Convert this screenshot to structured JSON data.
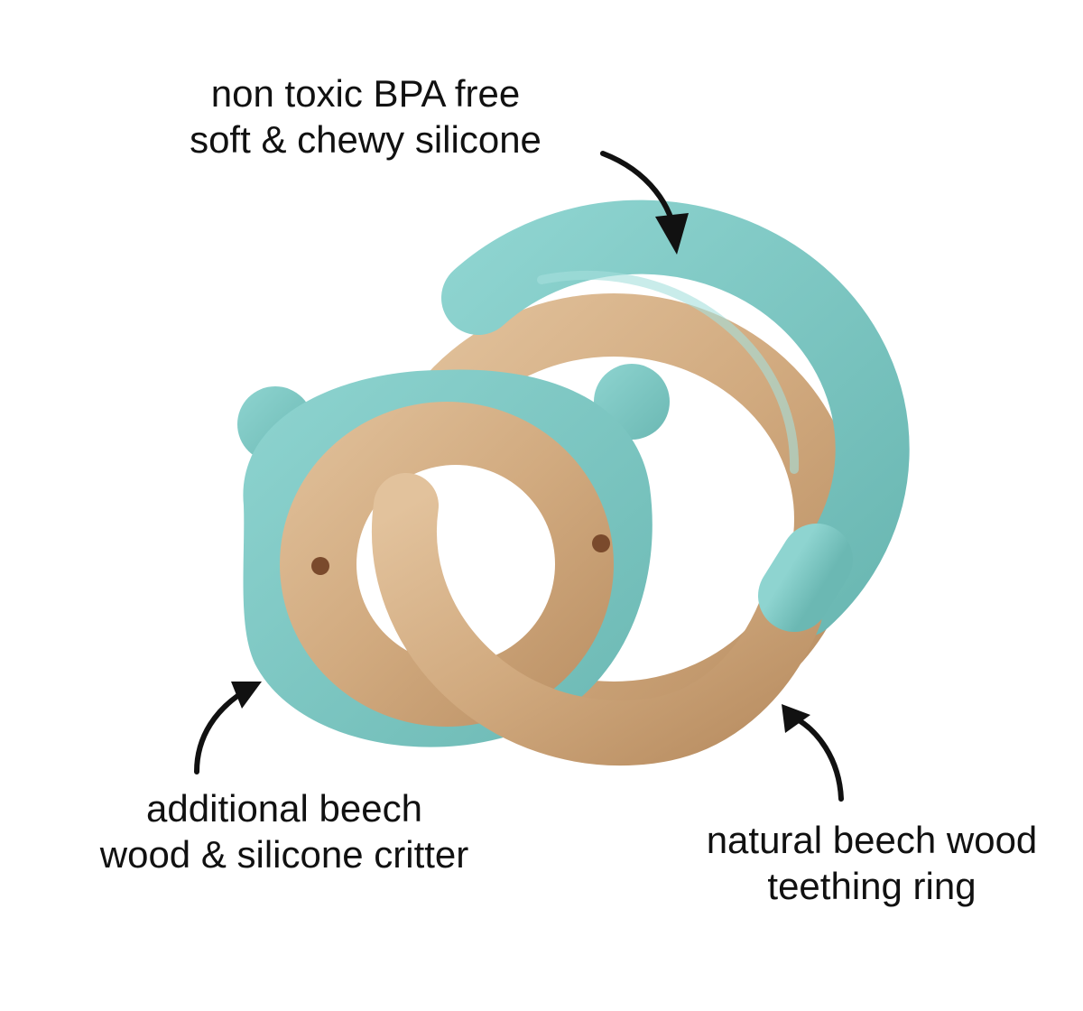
{
  "callouts": {
    "silicone": {
      "line1": "non toxic BPA free",
      "line2": "soft & chewy silicone"
    },
    "critter": {
      "line1": "additional beech",
      "line2": "wood & silicone critter"
    },
    "ring": {
      "line1": "natural beech wood",
      "line2": "teething ring"
    }
  },
  "colors": {
    "silicone": "#7ec8c4",
    "wood": "#d2ad84",
    "text": "#111111",
    "eyes": "#7a4a2c"
  }
}
